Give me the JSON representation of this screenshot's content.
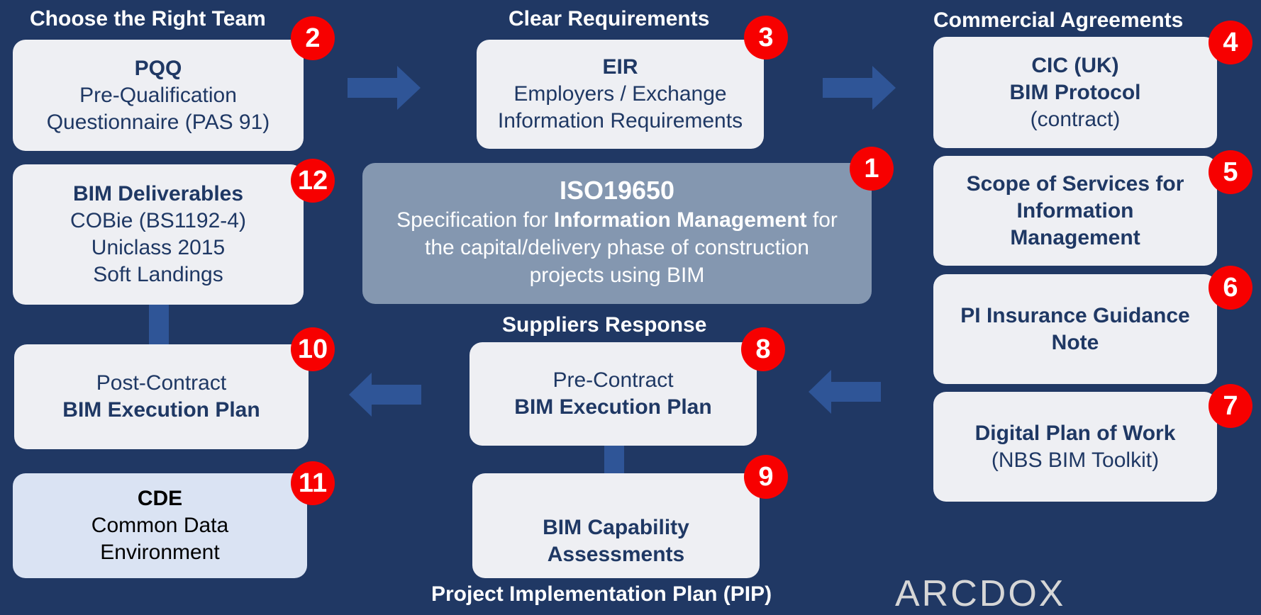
{
  "headers": {
    "team": "Choose the Right Team",
    "requirements": "Clear Requirements",
    "commercial": "Commercial Agreements",
    "suppliers": "Suppliers Response",
    "pip": "Project Implementation Plan (PIP)"
  },
  "center": {
    "number": "1",
    "title": "ISO19650",
    "line1_pre": "Specification for ",
    "line1_bold": "Information Management",
    "line1_post": " for",
    "line2": "the capital/delivery phase of construction",
    "line3": "projects using BIM"
  },
  "boxes": {
    "pqq": {
      "number": "2",
      "title": "PQQ",
      "line1": "Pre-Qualification",
      "line2": "Questionnaire (PAS 91)"
    },
    "eir": {
      "number": "3",
      "title": "EIR",
      "line1": "Employers / Exchange",
      "line2": "Information Requirements"
    },
    "cic": {
      "number": "4",
      "line1": "CIC (UK)",
      "line2": "BIM Protocol",
      "line3": "(contract)"
    },
    "scope": {
      "number": "5",
      "line1": "Scope of Services for",
      "line2": "Information",
      "line3": "Management"
    },
    "pi": {
      "number": "6",
      "line1": "PI Insurance Guidance",
      "line2": "Note"
    },
    "dpow": {
      "number": "7",
      "line1": "Digital Plan of Work",
      "line2": "(NBS BIM Toolkit)"
    },
    "pre_bep": {
      "number": "8",
      "line1": "Pre-Contract",
      "line2": "BIM Execution Plan"
    },
    "capability": {
      "number": "9",
      "line1": "BIM Capability",
      "line2": "Assessments"
    },
    "post_bep": {
      "number": "10",
      "line1": "Post-Contract",
      "line2": "BIM Execution Plan"
    },
    "cde": {
      "number": "11",
      "title": "CDE",
      "line1": "Common Data",
      "line2": "Environment"
    },
    "deliverables": {
      "number": "12",
      "title": "BIM Deliverables",
      "line1": "COBie (BS1192-4)",
      "line2": "Uniclass 2015",
      "line3": "Soft Landings"
    }
  },
  "colors": {
    "background": "#203864",
    "box": "#eeeff3",
    "center_box": "#8497b0",
    "cde_box": "#dae3f3",
    "badge": "#f70000",
    "arrow": "#2f5597",
    "text": "#1f3864"
  },
  "logo": {
    "text": "ARCDOX"
  }
}
